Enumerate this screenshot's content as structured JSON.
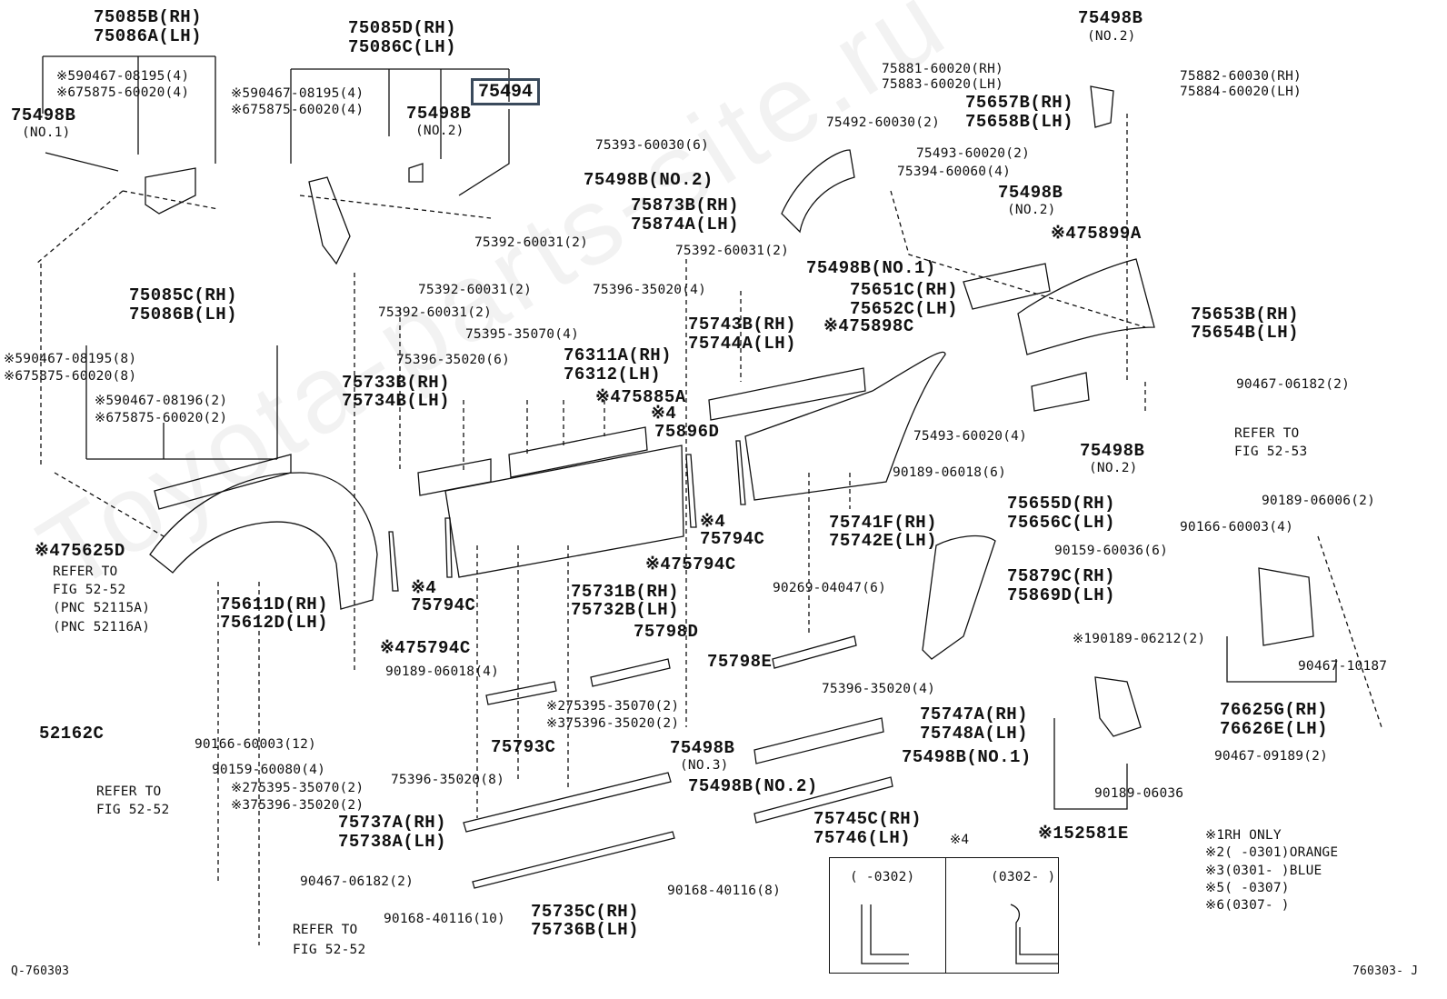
{
  "watermark": "Toyota-parts-site.ru",
  "highlight_label": "75494",
  "footer_left": "Q-760303",
  "footer_right": "760303- J",
  "callouts": [
    "75085B(RH)",
    "75086A(LH)",
    "※590467-08195(4)",
    "※675875-60020(4)",
    "75498B",
    "(NO.1)",
    "75085D(RH)",
    "75086C(LH)",
    "※590467-08195(4)",
    "※675875-60020(4)",
    "75498B",
    "(NO.2)",
    "75085C(RH)",
    "75086B(LH)",
    "※590467-08195(8)",
    "※675875-60020(8)",
    "※590467-08196(2)",
    "※675875-60020(2)",
    "※475625D",
    "REFER TO",
    "FIG 52-52",
    "(PNC 52115A)",
    "(PNC 52116A)",
    "52162C",
    "REFER TO",
    "FIG 52-52",
    "75611D(RH)",
    "75612D(LH)",
    "※475794C",
    "90189-06018(4)",
    "90166-60003(12)",
    "90159-60080(4)",
    "※275395-35070(2)",
    "※375396-35020(2)",
    "90467-06182(2)",
    "REFER TO",
    "FIG 52-52",
    "75392-60031(2)",
    "75392-60031(2)",
    "75395-35070(4)",
    "75396-35020(6)",
    "75733B(RH)",
    "75734B(LH)",
    "76311A(RH)",
    "76312(LH)",
    "※475885A",
    "※4",
    "75794C",
    "75731B(RH)",
    "75732B(LH)",
    "※475794C",
    "75798D",
    "75793C",
    "75396-35020(8)",
    "75737A(RH)",
    "75738A(LH)",
    "90168-40116(10)",
    "75735C(RH)",
    "75736B(LH)",
    "75393-60030(6)",
    "75498B(NO.2)",
    "75873B(RH)",
    "75874A(LH)",
    "75392-60031(2)",
    "75392-60031(2)",
    "75396-35020(4)",
    "75498B(NO.1)",
    "※4",
    "75896D",
    "75743B(RH)",
    "75744A(LH)",
    "※475898C",
    "※4",
    "75794C",
    "75741F(RH)",
    "75742E(LH)",
    "90269-04047(6)",
    "75798E",
    "※275395-35070(2)",
    "※375396-35020(2)",
    "75396-35020(4)",
    "75747A(RH)",
    "75748A(LH)",
    "75498B",
    "(NO.3)",
    "75498B(NO.2)",
    "75498B(NO.1)",
    "75745C(RH)",
    "75746(LH)",
    "90168-40116(8)",
    "※4",
    "( -0302)",
    "(0302- )",
    "75492-60030(2)",
    "75881-60020(RH)",
    "75883-60020(LH)",
    "75498B",
    "(NO.2)",
    "75882-60030(RH)",
    "75884-60020(LH)",
    "75657B(RH)",
    "75658B(LH)",
    "75493-60020(2)",
    "75394-60060(4)",
    "75498B",
    "(NO.2)",
    "※475899A",
    "75651C(RH)",
    "75652C(LH)",
    "75653B(RH)",
    "75654B(LH)",
    "90467-06182(2)",
    "REFER TO",
    "FIG 52-53",
    "75493-60020(4)",
    "75498B",
    "(NO.2)",
    "90189-06018(6)",
    "75655D(RH)",
    "75656C(LH)",
    "90189-06006(2)",
    "90166-60003(4)",
    "90159-60036(6)",
    "75879C(RH)",
    "75869D(LH)",
    "※190189-06212(2)",
    "90467-10187",
    "76625G(RH)",
    "76626E(LH)",
    "90467-09189(2)",
    "90189-06036",
    "※152581E",
    "※1RH ONLY",
    "※2(   -0301)ORANGE",
    "※3(0301-    )BLUE",
    "※5(   -0307)",
    "※6(0307-    )"
  ]
}
